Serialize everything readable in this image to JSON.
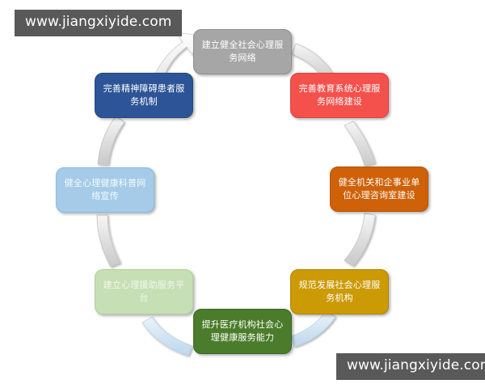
{
  "diagram": {
    "type": "cycle",
    "direction": "counterclockwise",
    "node_count": 8,
    "nodes": [
      {
        "id": "top",
        "label": "建立健全社会心理服务网络",
        "color": "#a6a6a6",
        "position": "top"
      },
      {
        "id": "tr",
        "label": "完善教育系统心理服务网络建设",
        "color": "#f4514c",
        "position": "top-right"
      },
      {
        "id": "right",
        "label": "健全机关和企事业单位心理咨询室建设",
        "color": "#cf6108",
        "position": "right"
      },
      {
        "id": "br",
        "label": "规范发展社会心理服务机构",
        "color": "#cb9a05",
        "position": "bottom-right"
      },
      {
        "id": "bottom",
        "label": "提升医疗机构社会心理健康服务能力",
        "color": "#4a7c2b",
        "position": "bottom"
      },
      {
        "id": "bl",
        "label": "建立心理援助服务平台",
        "color": "#c6dfb4",
        "position": "bottom-left"
      },
      {
        "id": "left",
        "label": "健全心理健康科普网络宣传",
        "color": "#a5cbe8",
        "position": "left"
      },
      {
        "id": "tl",
        "label": "完善精神障碍患者服务机制",
        "color": "#2c5496",
        "position": "top-left"
      }
    ],
    "arrows": [
      {
        "from": "top",
        "to": "tr",
        "color": "#e0e0e0"
      },
      {
        "from": "tr",
        "to": "right",
        "color": "#e0e0e0"
      },
      {
        "from": "right",
        "to": "br",
        "color": "#d9d9d9"
      },
      {
        "from": "br",
        "to": "bottom",
        "color": "#d8e6f2"
      },
      {
        "from": "bottom",
        "to": "bl",
        "color": "#cfe2f0"
      },
      {
        "from": "bl",
        "to": "left",
        "color": "#d4d4d4"
      },
      {
        "from": "left",
        "to": "tl",
        "color": "#d9d9d9"
      },
      {
        "from": "tl",
        "to": "top",
        "color": "#f2f2f2"
      }
    ]
  },
  "watermarks": {
    "top": "www.jiangxiyide.com",
    "bottom": "www.jiangxiyide.com"
  }
}
